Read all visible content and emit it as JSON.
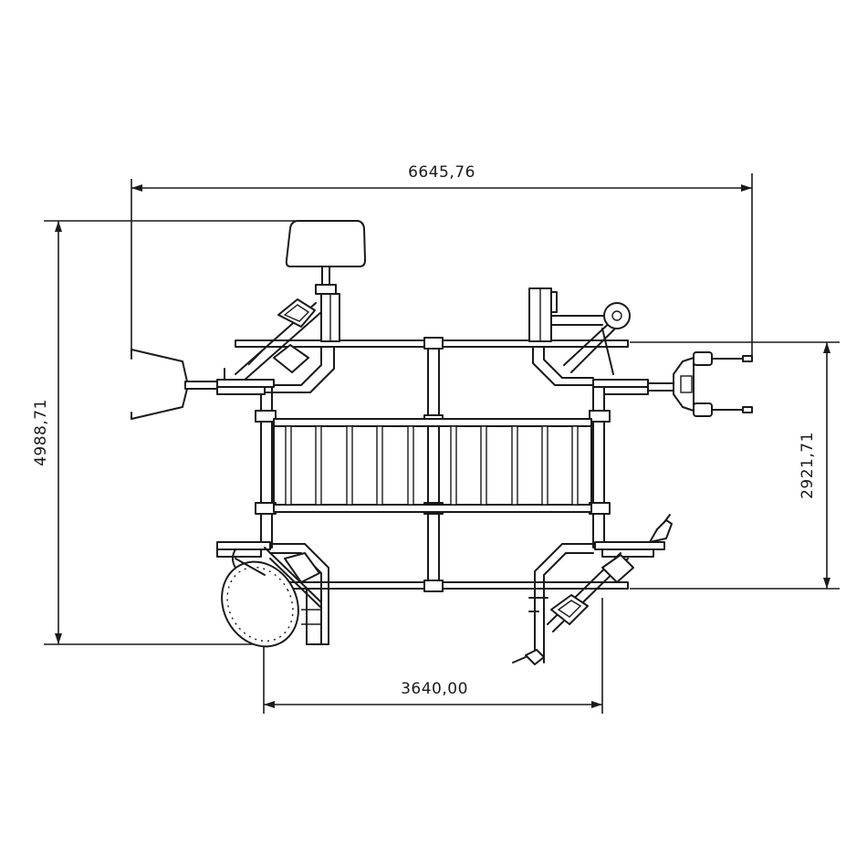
{
  "dimensions": {
    "overall_width": "6645,76",
    "overall_depth": "4988,71",
    "inner_depth": "2921,71",
    "post_spacing": "3640,00"
  },
  "colors": {
    "line": "#1a1a1a",
    "background": "#ffffff"
  }
}
